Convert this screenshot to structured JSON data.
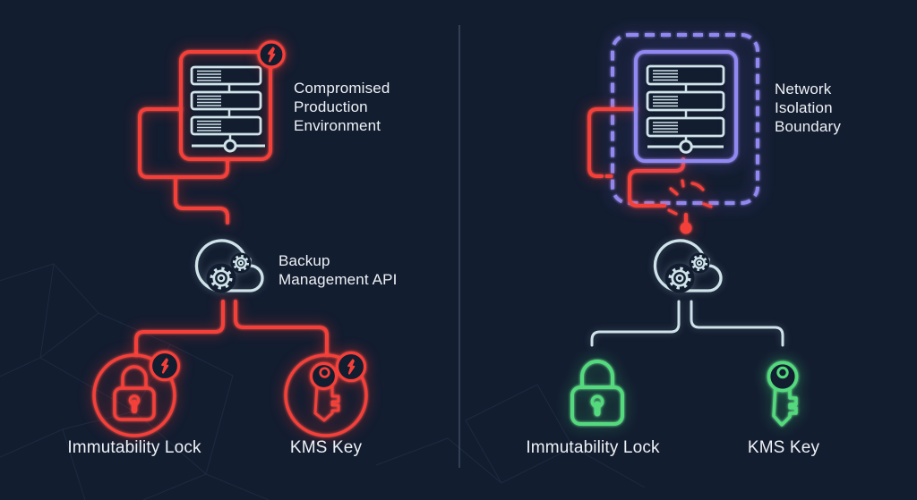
{
  "left_panel": {
    "server_label": "Compromised\nProduction\nEnvironment",
    "api_label": "Backup\nManagement API",
    "lock_label": "Immutability Lock",
    "key_label": "KMS Key"
  },
  "right_panel": {
    "boundary_label": "Network\nIsolation\nBoundary",
    "lock_label": "Immutability Lock",
    "key_label": "KMS Key"
  },
  "icon_names": {
    "left_server": "compromised-server-icon",
    "right_server": "isolated-server-icon",
    "cloud": "backup-api-cloud-icon",
    "gears": "gear-icon",
    "alert_badge": "alert-bolt-badge-icon",
    "lock": "padlock-icon",
    "key": "key-icon",
    "break": "severed-connection-icon"
  },
  "colors": {
    "background": "#131d30",
    "alert_red": "#f5403a",
    "isolation_purple": "#9189f1",
    "safe_green": "#54da7d",
    "icon_slate": "#cfe3e9",
    "terminal_teal": "#badfe4",
    "status_green": "#7ac47e",
    "status_red": "#d96d72",
    "text": "#eef2f6",
    "divider": "#46566f",
    "mesh": "#273750"
  }
}
